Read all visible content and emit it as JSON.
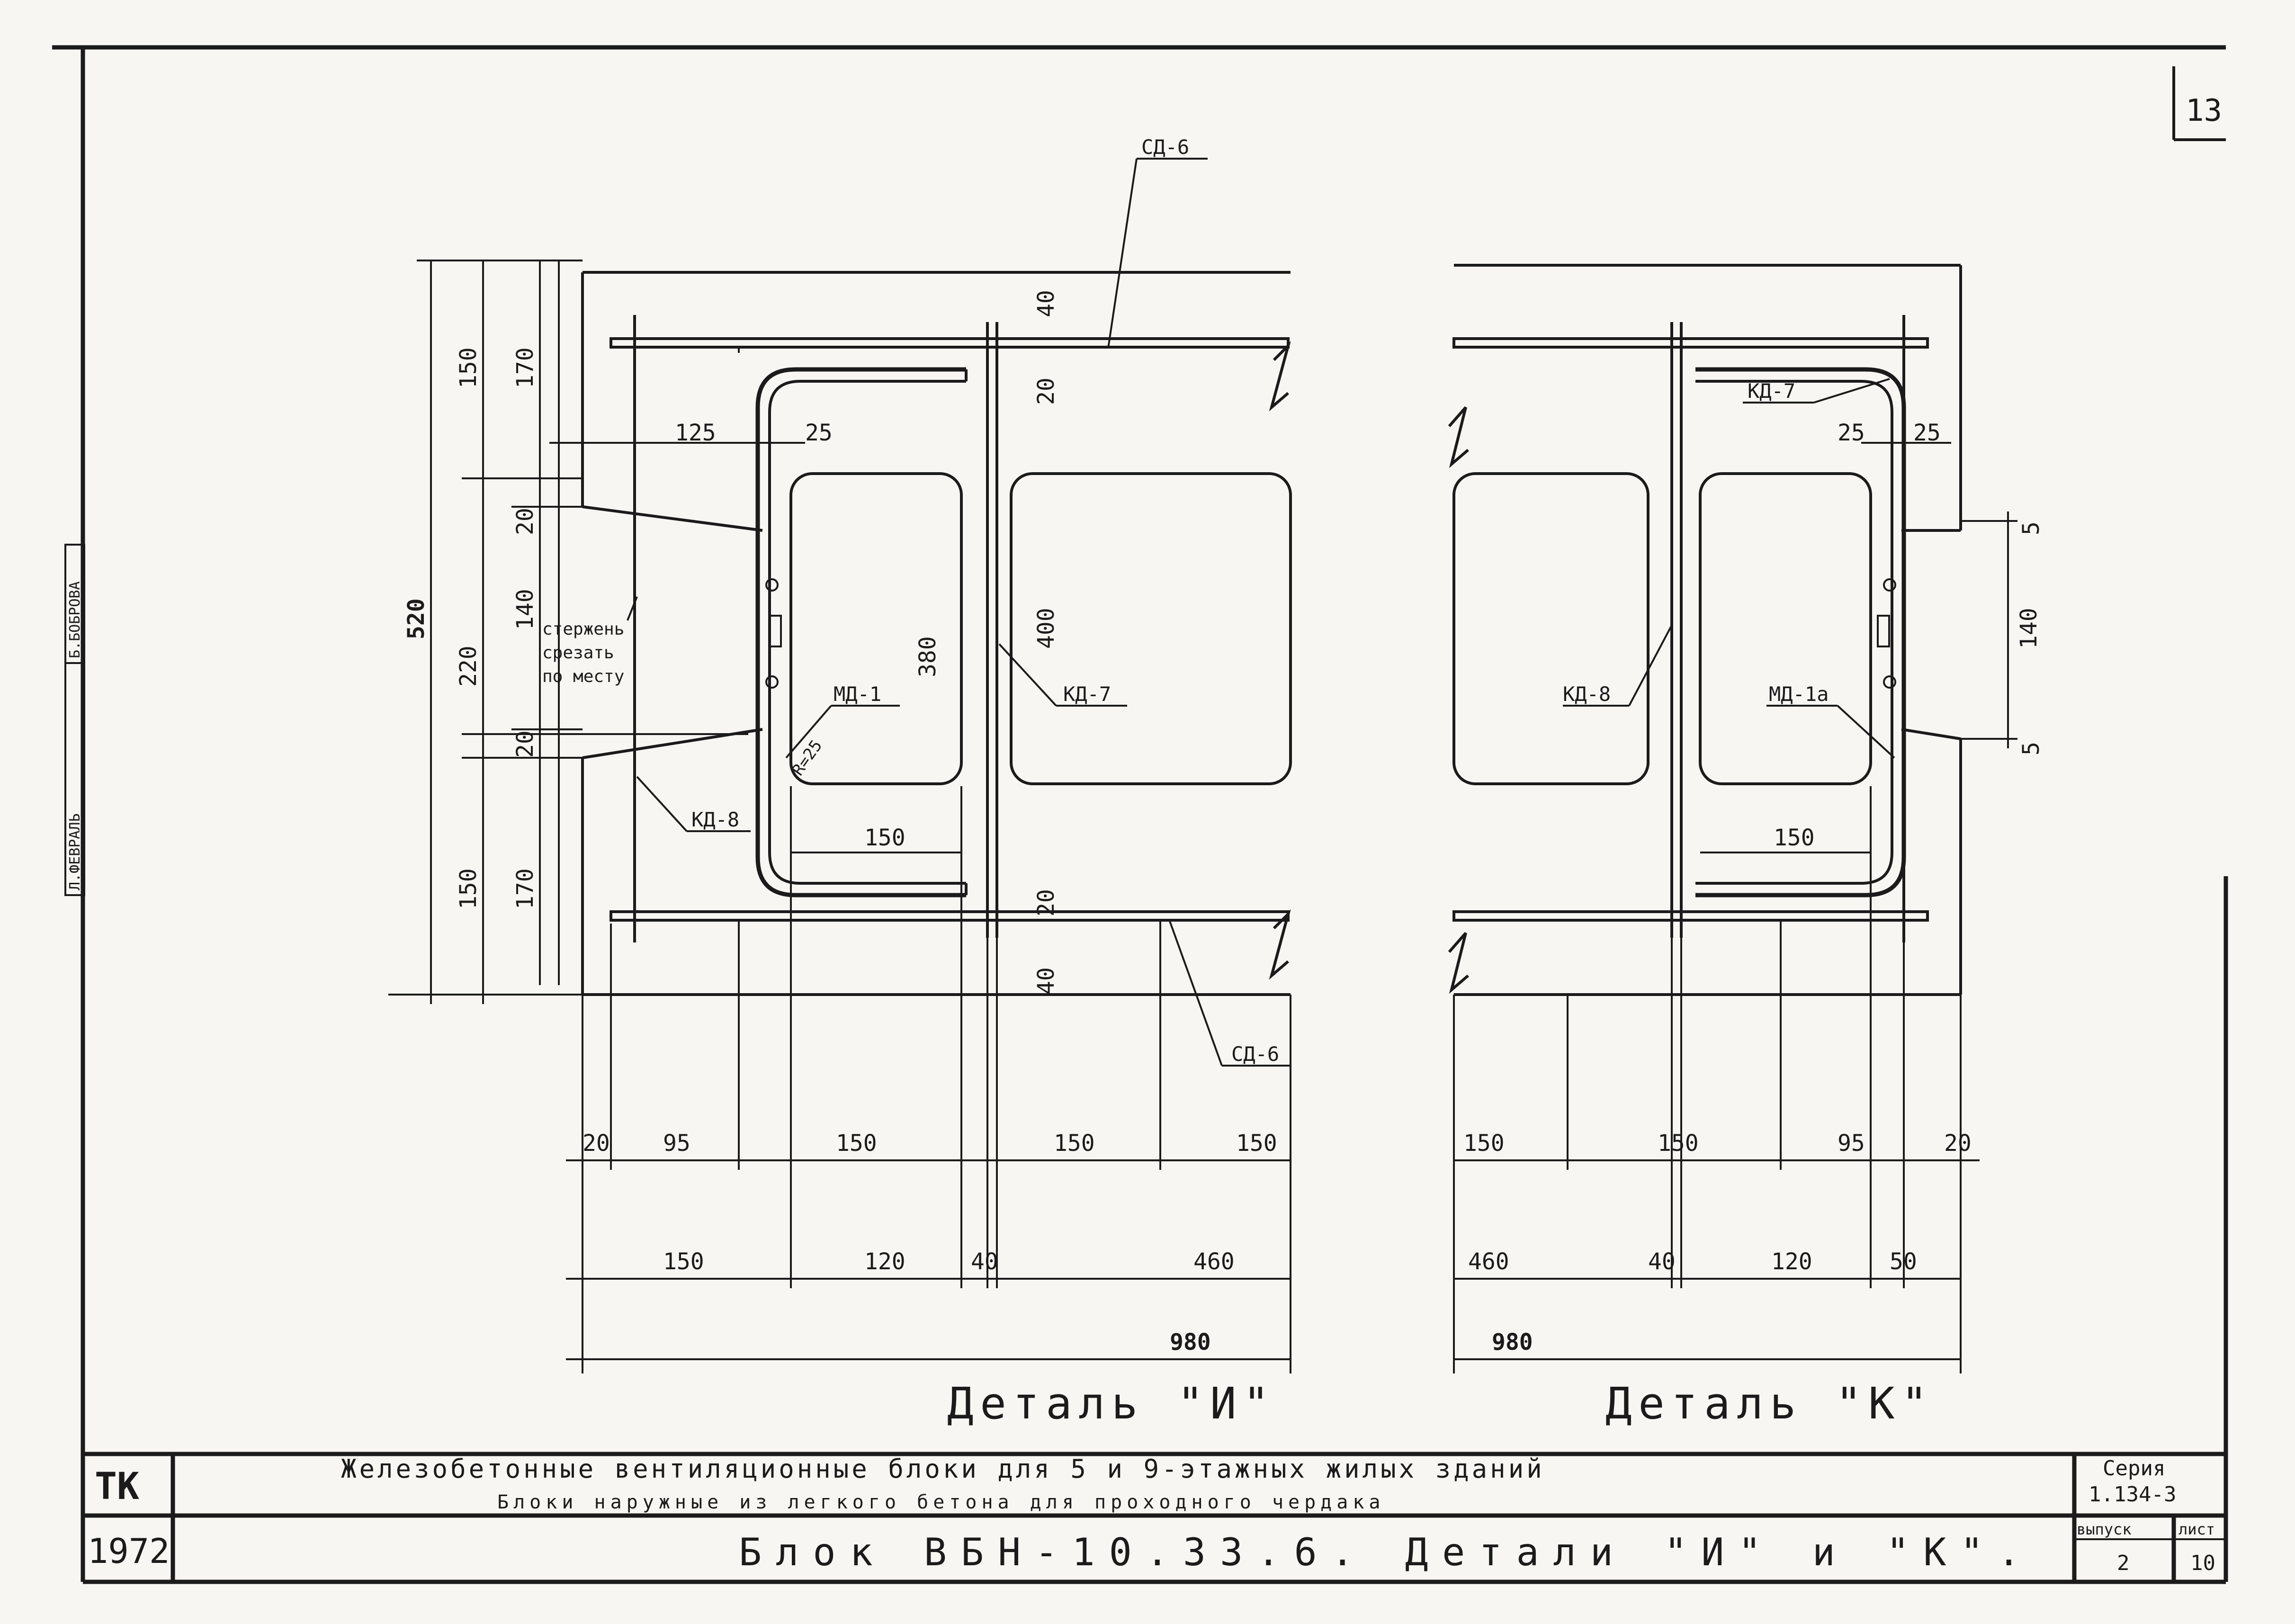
{
  "sheet_number": "13",
  "side_stamp": [
    "Л.ФЕВРАЛЬ",
    "Б.БОБРОВА"
  ],
  "detail_I": {
    "title": "Деталь \"И\"",
    "callouts": [
      "СД-6",
      "СД-6",
      "КД-7",
      "КД-8",
      "МД-1"
    ],
    "note": [
      "стержень",
      "срезать",
      "по месту"
    ],
    "radius_label": "R=25",
    "vert_dims_outer": [
      "150",
      "220",
      "150"
    ],
    "vert_dims_inner": [
      "170",
      "20",
      "140",
      "20",
      "170"
    ],
    "overall_height": "520",
    "inner_heights": [
      "380",
      "400"
    ],
    "top_dims": [
      "40",
      "20",
      "125",
      "25"
    ],
    "bottom_inner_dims": [
      "150",
      "20",
      "40"
    ],
    "dims_row1": [
      "20",
      "95",
      "150",
      "150",
      "150"
    ],
    "dims_row2": [
      "150",
      "120",
      "40",
      "460"
    ],
    "total_width": "980"
  },
  "detail_K": {
    "title": "Деталь \"К\"",
    "callouts": [
      "КД-7",
      "КД-8",
      "МД-1а"
    ],
    "top_dims": [
      "25",
      "25"
    ],
    "right_dims": [
      "5",
      "140",
      "5"
    ],
    "bottom_inner_dims": [
      "150"
    ],
    "dims_row1": [
      "150",
      "150",
      "95",
      "20"
    ],
    "dims_row2": [
      "460",
      "40",
      "120",
      "50"
    ],
    "total_width": "980"
  },
  "title_block": {
    "org": "ТК",
    "year": "1972",
    "main_title": "Железобетонные вентиляционные блоки для 5 и 9-этажных жилых зданий",
    "subtitle": "Блоки наружные из легкого бетона для проходного чердака",
    "drawing_title": "Блок ВБН-10.33.6. Детали \"И\" и \"К\".",
    "series_label": "Серия",
    "series_value": "1.134-3",
    "issue_label": "выпуск",
    "issue_value": "2",
    "sheet_label": "лист",
    "sheet_value": "10"
  }
}
